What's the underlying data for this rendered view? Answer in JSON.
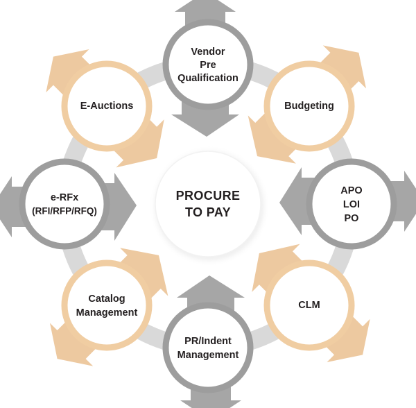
{
  "diagram": {
    "type": "circular-process-cycle",
    "center": {
      "label_lines": [
        "PROCURE",
        "TO PAY"
      ],
      "line1": "PROCURE",
      "line2": "TO PAY",
      "fill": "#ffffff"
    },
    "colors": {
      "gray_ring": "#9d9d9d",
      "gray_arrow": "#a6a6a6",
      "tan_ring": "#f0cda2",
      "tan_arrow": "#edc9a0",
      "connector": "#d9d9d9",
      "text": "#231f20",
      "background": "#ffffff"
    },
    "flow_direction": "clockwise",
    "node_count": 8,
    "nodes": [
      {
        "id": "vendor-pre-qualification",
        "label_lines": [
          "Vendor",
          "Pre",
          "Qualification"
        ],
        "line1": "Vendor",
        "line2": "Pre",
        "line3": "Qualification",
        "color": "gray",
        "position": "top",
        "angle_deg": 270,
        "order": 1
      },
      {
        "id": "budgeting",
        "label_lines": [
          "Budgeting"
        ],
        "line1": "Budgeting",
        "color": "tan",
        "position": "top-right",
        "angle_deg": 315,
        "order": 2
      },
      {
        "id": "apo-loi-po",
        "label_lines": [
          "APO",
          "LOI",
          "PO"
        ],
        "line1": "APO",
        "line2": "LOI",
        "line3": "PO",
        "color": "gray",
        "position": "right",
        "angle_deg": 0,
        "order": 3
      },
      {
        "id": "clm",
        "label_lines": [
          "CLM"
        ],
        "line1": "CLM",
        "color": "tan",
        "position": "bottom-right",
        "angle_deg": 45,
        "order": 4
      },
      {
        "id": "pr-indent-management",
        "label_lines": [
          "PR/Indent",
          "Management"
        ],
        "line1": "PR/Indent",
        "line2": "Management",
        "color": "gray",
        "position": "bottom",
        "angle_deg": 90,
        "order": 5
      },
      {
        "id": "catalog-management",
        "label_lines": [
          "Catalog",
          "Management"
        ],
        "line1": "Catalog",
        "line2": "Management",
        "color": "tan",
        "position": "bottom-left",
        "angle_deg": 135,
        "order": 6
      },
      {
        "id": "e-rfx",
        "label_lines": [
          "e-RFx",
          "(RFI/RFP/RFQ)"
        ],
        "line1": "e-RFx",
        "line2": "(RFI/RFP/RFQ)",
        "color": "gray",
        "position": "left",
        "angle_deg": 180,
        "order": 7
      },
      {
        "id": "e-auctions",
        "label_lines": [
          "E-Auctions"
        ],
        "line1": "E-Auctions",
        "color": "tan",
        "position": "top-left",
        "angle_deg": 225,
        "order": 8
      }
    ]
  }
}
